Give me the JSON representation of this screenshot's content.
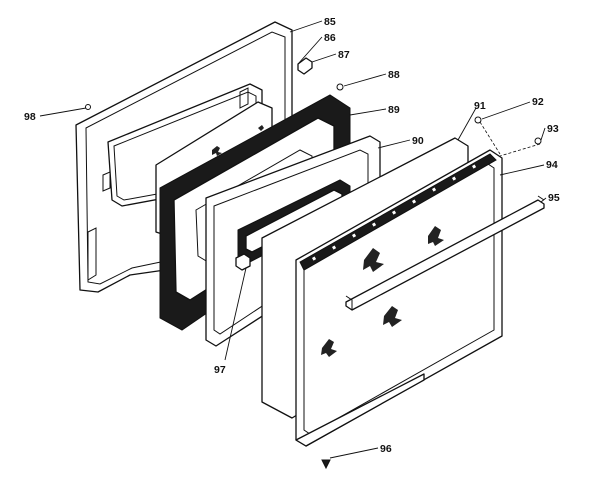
{
  "callouts": {
    "c85": "85",
    "c86": "86",
    "c87": "87",
    "c88": "88",
    "c89": "89",
    "c90": "90",
    "c91": "91",
    "c92": "92",
    "c93": "93",
    "c94": "94",
    "c95": "95",
    "c96": "96",
    "c97": "97",
    "c98": "98"
  },
  "colors": {
    "line": "#111111",
    "background": "#ffffff"
  }
}
